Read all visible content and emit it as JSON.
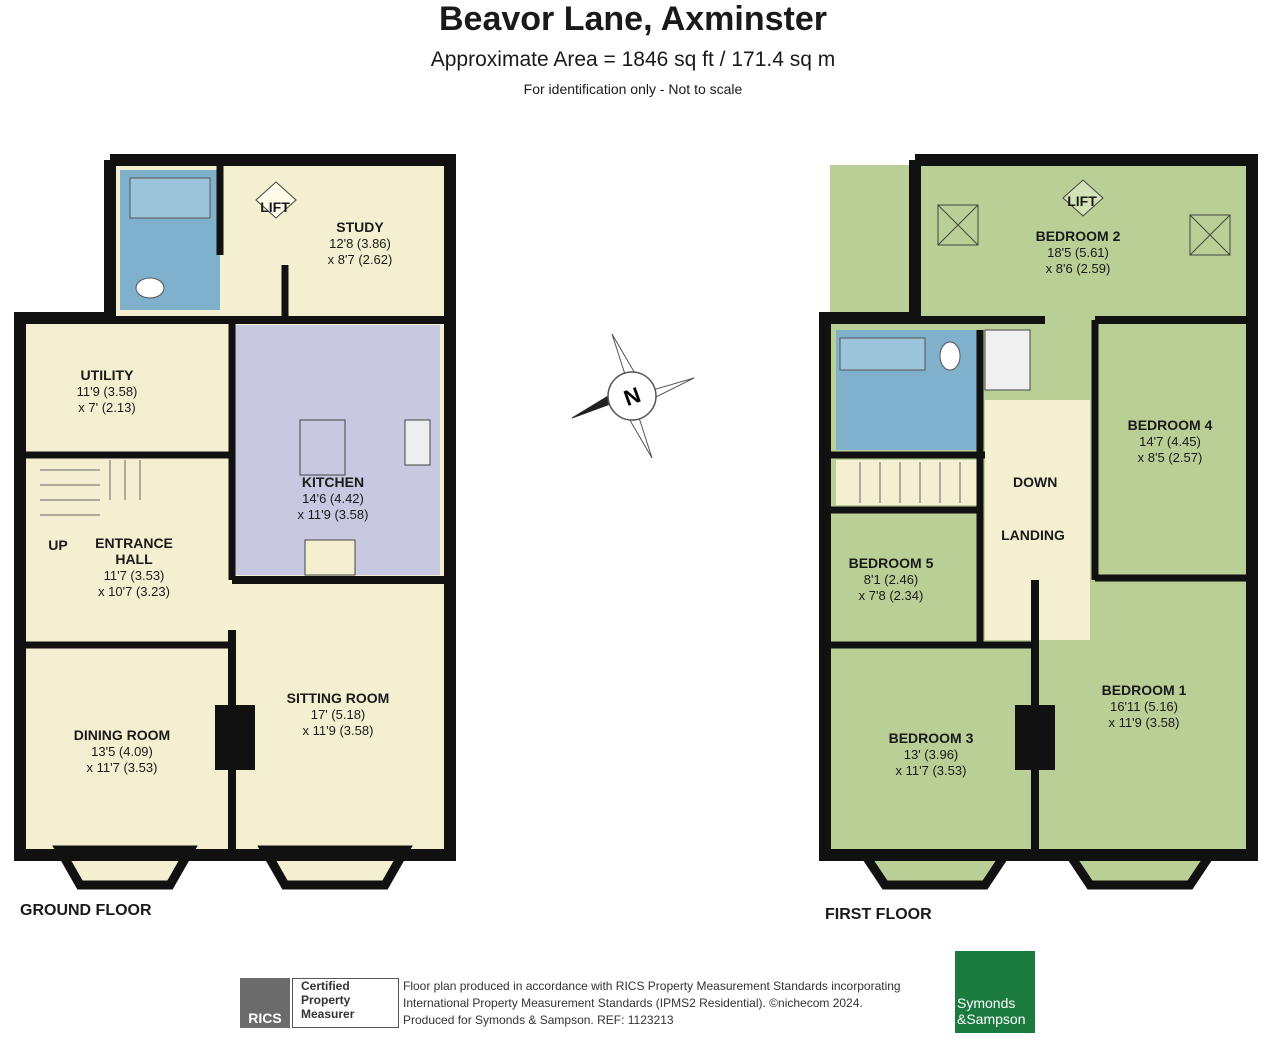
{
  "header": {
    "title": "Beavor Lane, Axminster",
    "subtitle": "Approximate Area = 1846 sq ft / 171.4 sq m",
    "note": "For identification only - Not to scale"
  },
  "ground_floor": {
    "label": "GROUND FLOOR",
    "rooms": {
      "study": {
        "name": "STUDY",
        "dim1": "12'8 (3.86)",
        "dim2": "x 8'7 (2.62)"
      },
      "utility": {
        "name": "UTILITY",
        "dim1": "11'9 (3.58)",
        "dim2": "x 7' (2.13)"
      },
      "kitchen": {
        "name": "KITCHEN",
        "dim1": "14'6 (4.42)",
        "dim2": "x 11'9 (3.58)"
      },
      "entrance_hall": {
        "name1": "ENTRANCE",
        "name2": "HALL",
        "dim1": "11'7 (3.53)",
        "dim2": "x 10'7 (3.23)"
      },
      "dining_room": {
        "name": "DINING ROOM",
        "dim1": "13'5 (4.09)",
        "dim2": "x 11'7 (3.53)"
      },
      "sitting_room": {
        "name": "SITTING ROOM",
        "dim1": "17' (5.18)",
        "dim2": "x 11'9 (3.58)"
      }
    },
    "lift": "LIFT",
    "up": "UP"
  },
  "first_floor": {
    "label": "FIRST FLOOR",
    "rooms": {
      "bedroom2": {
        "name": "BEDROOM 2",
        "dim1": "18'5 (5.61)",
        "dim2": "x 8'6 (2.59)"
      },
      "bedroom4": {
        "name": "BEDROOM 4",
        "dim1": "14'7 (4.45)",
        "dim2": "x 8'5 (2.57)"
      },
      "bedroom5": {
        "name": "BEDROOM 5",
        "dim1": "8'1 (2.46)",
        "dim2": "x 7'8 (2.34)"
      },
      "landing": {
        "name": "LANDING"
      },
      "bedroom3": {
        "name": "BEDROOM 3",
        "dim1": "13' (3.96)",
        "dim2": "x 11'7 (3.53)"
      },
      "bedroom1": {
        "name": "BEDROOM 1",
        "dim1": "16'11 (5.16)",
        "dim2": "x 11'9 (3.58)"
      }
    },
    "lift": "LIFT",
    "down": "DOWN"
  },
  "compass": {
    "letter": "N"
  },
  "footer": {
    "line1": "Floor plan produced in accordance with RICS Property Measurement Standards incorporating",
    "line2": "International Property Measurement Standards (IPMS2 Residential).  ©nichecom 2024.",
    "line3": "Produced for Symonds & Sampson.   REF:  1123213",
    "rics_logo": "RICS",
    "rics_cert1": "Certified",
    "rics_cert2": "Property",
    "rics_cert3": "Measurer",
    "brand1": "Symonds",
    "brand2": "&Sampson"
  },
  "colors": {
    "wall": "#111111",
    "cream": "#f3efd0",
    "kitchen": "#c8c8e0",
    "bath": "#7fb0cc",
    "green": "#b9cf96",
    "brand": "#1b7a3d"
  }
}
